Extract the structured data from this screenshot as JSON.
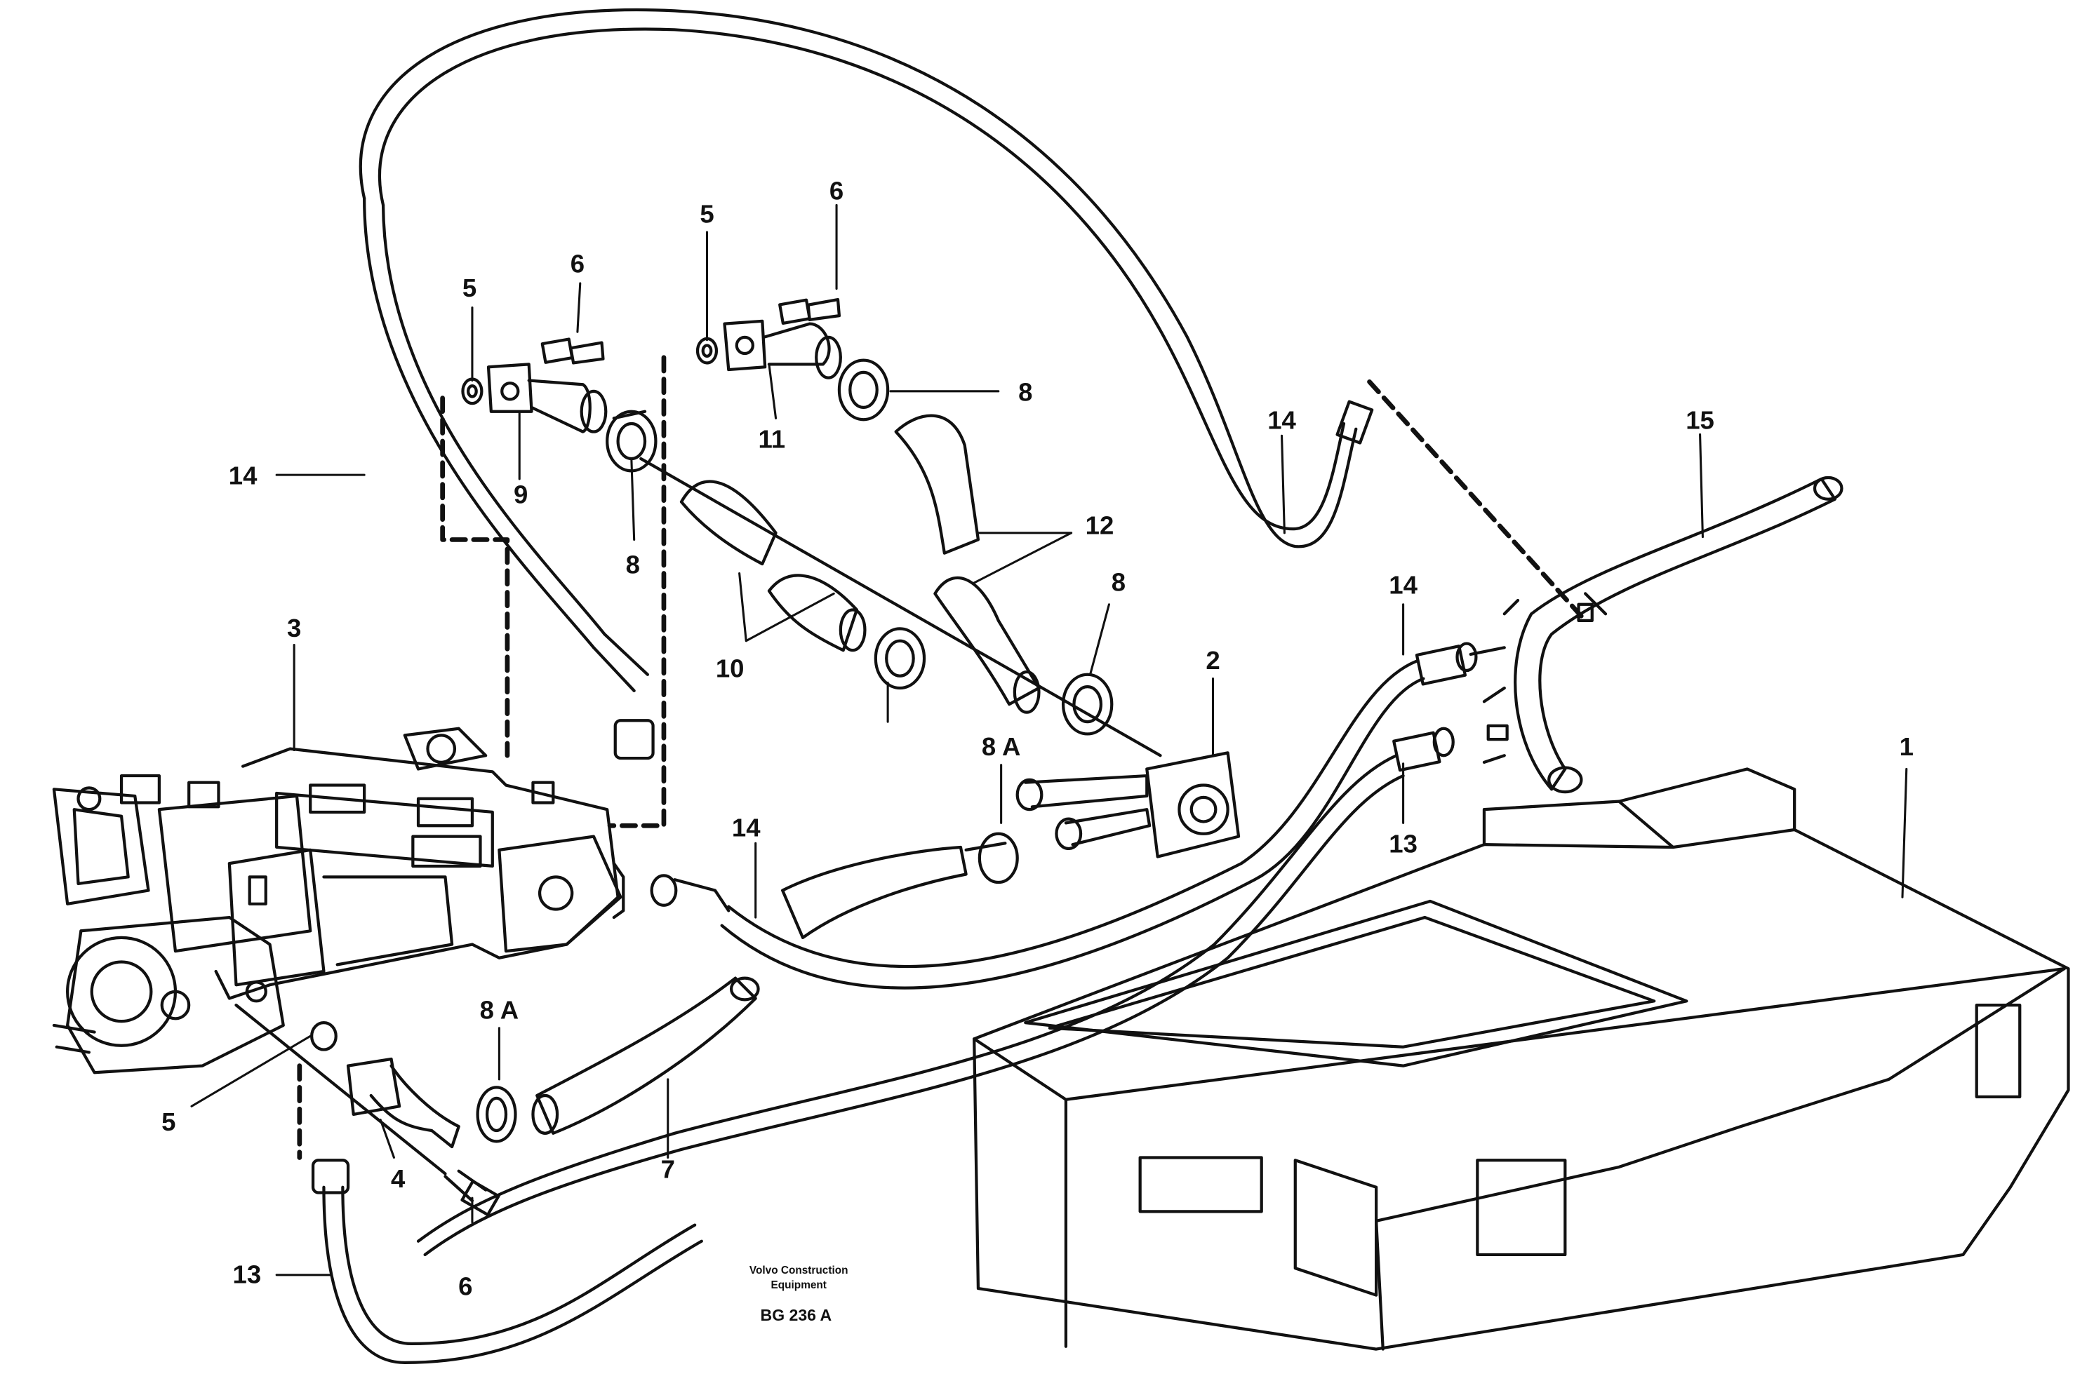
{
  "callouts": {
    "c1": "1",
    "c2": "2",
    "c3": "3",
    "c4": "4",
    "c5a": "5",
    "c5b": "5",
    "c5c": "5",
    "c6a": "6",
    "c6b": "6",
    "c6c": "6",
    "c7": "7",
    "c8a": "8",
    "c8b": "8",
    "c8c": "8",
    "c8A1": "8 A",
    "c8A2": "8 A",
    "c9": "9",
    "c10": "10",
    "c11": "11",
    "c12": "12",
    "c13a": "13",
    "c13b": "13",
    "c14a": "14",
    "c14b": "14",
    "c14c": "14",
    "c14d": "14",
    "c15": "15"
  },
  "caption": {
    "maker_line1": "Volvo Construction",
    "maker_line2": "Equipment",
    "code": "BG 236 A"
  }
}
